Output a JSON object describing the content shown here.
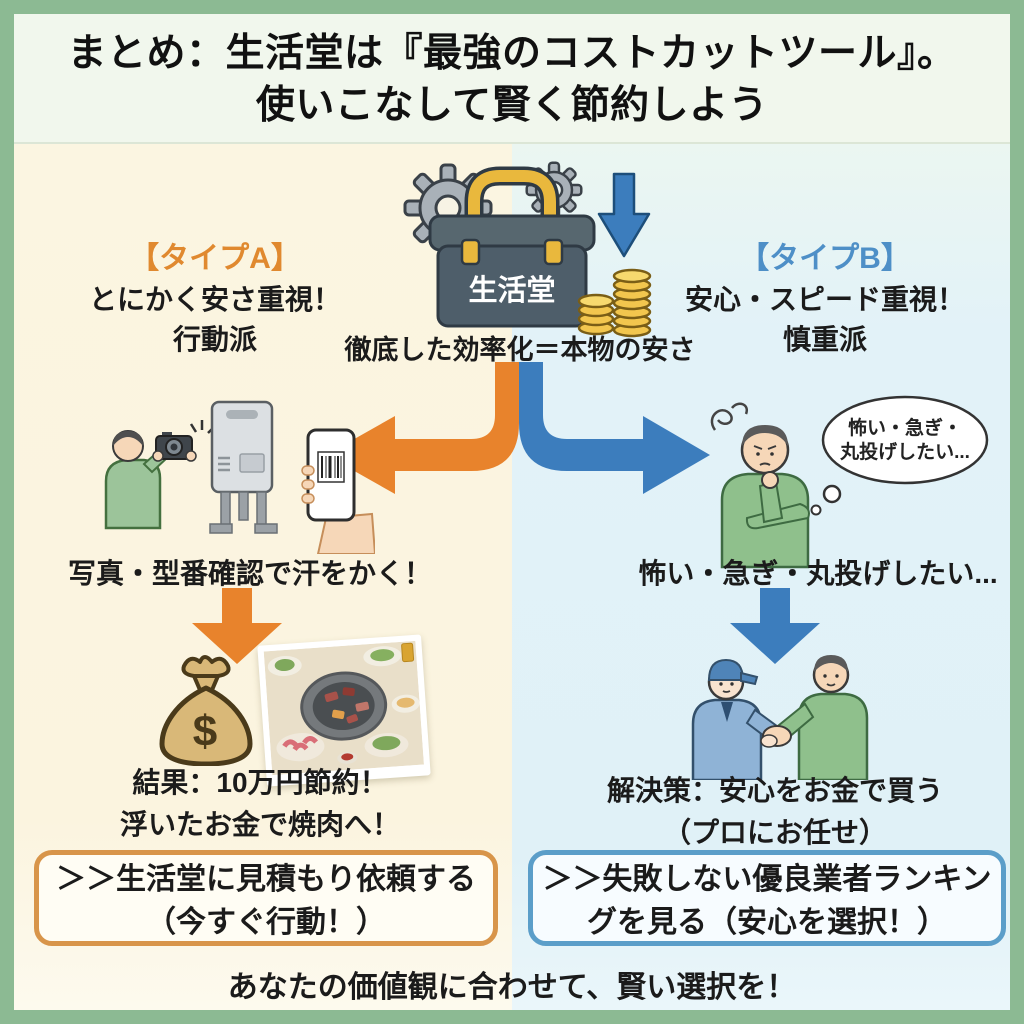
{
  "header": {
    "title_line1": "まとめ：生活堂は『最強のコストカットツール』。",
    "title_line2": "使いこなして賢く節約しよう"
  },
  "center": {
    "toolbox_label": "生活堂",
    "tagline": "徹底した効率化＝本物の安さ"
  },
  "type_a": {
    "tag": "【タイプA】",
    "subtitle_line1": "とにかく安さ重視！",
    "subtitle_line2": "行動派",
    "step": "写真・型番確認で汗をかく！",
    "result_line1": "結果：10万円節約！",
    "result_line2": "浮いたお金で焼肉へ！",
    "cta_line1": "＞＞生活堂に見積もり依頼する",
    "cta_line2": "（今すぐ行動！）",
    "money_bag_symbol": "$"
  },
  "type_b": {
    "tag": "【タイプB】",
    "subtitle_line1": "安心・スピード重視！",
    "subtitle_line2": "慎重派",
    "thought_line1": "怖い・急ぎ・",
    "thought_line2": "丸投げしたい...",
    "step": "怖い・急ぎ・丸投げしたい...",
    "solution_line1": "解決策：安心をお金で買う",
    "solution_line2": "（プロにお任せ）",
    "cta_line1": "＞＞失敗しない優良業者ランキン",
    "cta_line2": "グを見る（安心を選択！）"
  },
  "footer": {
    "message": "あなたの価値観に合わせて、賢い選択を！"
  },
  "colors": {
    "border_green": "#8CBA93",
    "column_a_bg": "#FBF5E1",
    "column_b_bg": "#E0F1F7",
    "accent_orange": "#E8832C",
    "accent_blue": "#3C7DBD",
    "type_a_label": "#E0892F",
    "type_b_label": "#4E8FC7",
    "cta_a_border": "#D8954A",
    "cta_b_border": "#5B9EC9"
  }
}
